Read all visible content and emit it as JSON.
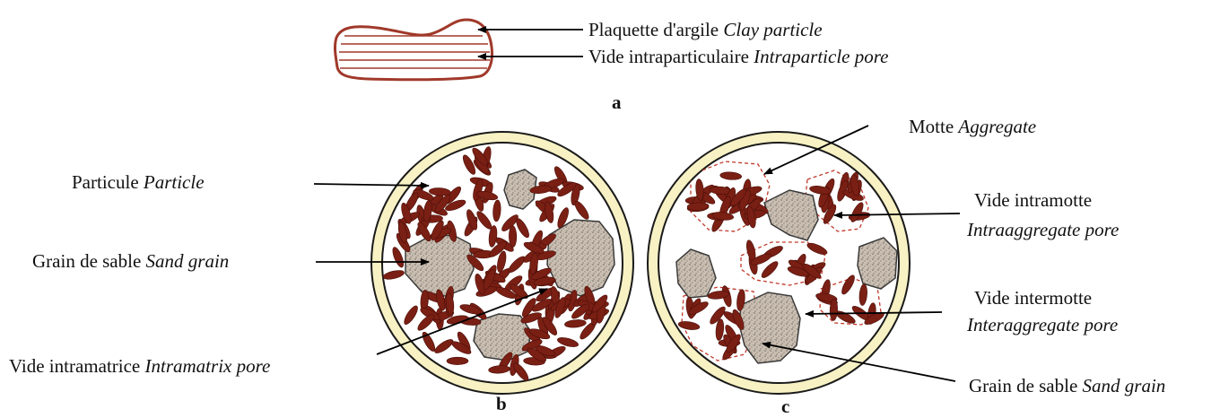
{
  "panel_a": {
    "letter": "a",
    "labels": {
      "clay_particle": {
        "fr": "Plaquette d'argile",
        "en": "Clay particle"
      },
      "intraparticle_pore": {
        "fr": "Vide intraparticulaire",
        "en": "Intraparticle pore"
      }
    }
  },
  "panel_b": {
    "letter": "b",
    "labels": {
      "particle": {
        "fr": "Particule",
        "en": "Particle"
      },
      "sand_grain": {
        "fr": "Grain de sable",
        "en": "Sand grain"
      },
      "intramatrix_pore": {
        "fr": "Vide intramatrice",
        "en": "Intramatrix pore"
      }
    }
  },
  "panel_c": {
    "letter": "c",
    "labels": {
      "aggregate": {
        "fr": "Motte",
        "en": "Aggregate"
      },
      "intraaggregate_pore": {
        "fr": "Vide intramotte",
        "en": "Intraaggregate pore"
      },
      "interaggregate_pore": {
        "fr": "Vide intermotte",
        "en": "Interaggregate pore"
      },
      "sand_grain": {
        "fr": "Grain de sable",
        "en": "Sand grain"
      }
    }
  },
  "colors": {
    "clay": "#7a1f14",
    "clay_outline": "#a0392a",
    "circle_ring": "#f7f1c4",
    "circle_outline": "#1a1a1a",
    "sand_fill": "#c9bfb2",
    "aggregate_dash": "#c0392b",
    "arrow": "#000000"
  }
}
